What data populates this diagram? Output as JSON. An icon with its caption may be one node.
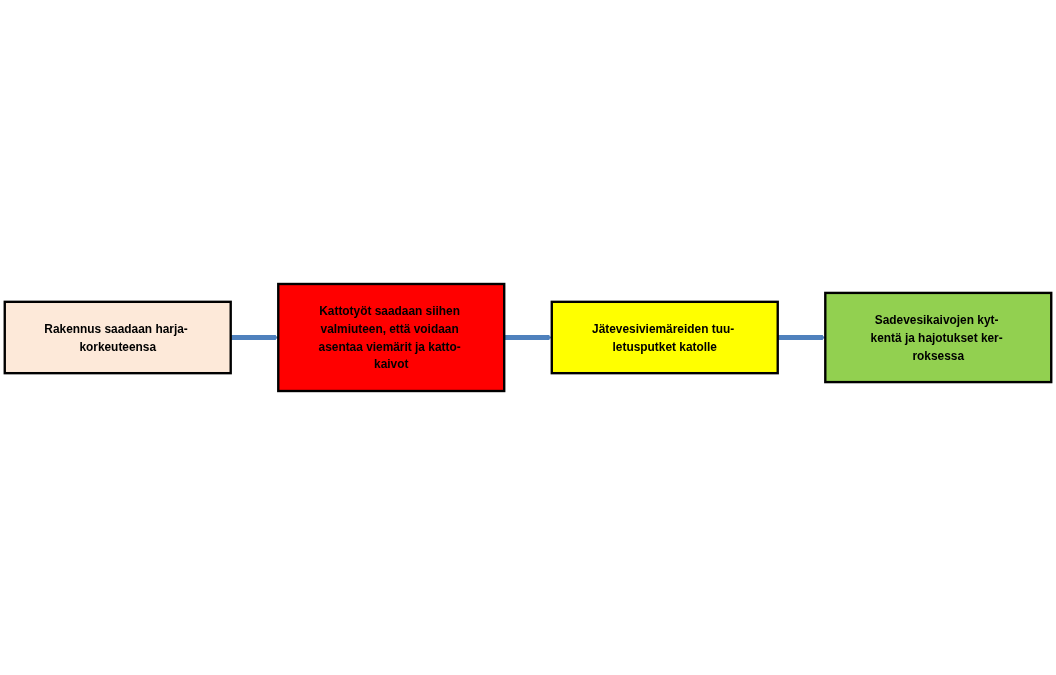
{
  "diagram": {
    "nodes": [
      {
        "text": [
          "Rakennus saadaan harja- korkeuteensa"
        ]
      },
      {
        "text": [
          "Kattotyöt saadaan siihen valmiuteen, että voidaan asentaa viemärit ja katto- kaivot"
        ]
      },
      {
        "text": [
          "Jätevesiviemäreiden tuu- letusputket katolle"
        ]
      },
      {
        "text": [
          "Sadevesikaivojen kyt- kentä ja hajotukset ker- roksessa"
        ]
      }
    ],
    "edges": [
      {
        "from": 0,
        "to": 1,
        "arrow": "to"
      },
      {
        "from": 1,
        "to": 2,
        "arrow": "to"
      },
      {
        "from": 2,
        "to": 3,
        "arrow": "to"
      }
    ]
  }
}
